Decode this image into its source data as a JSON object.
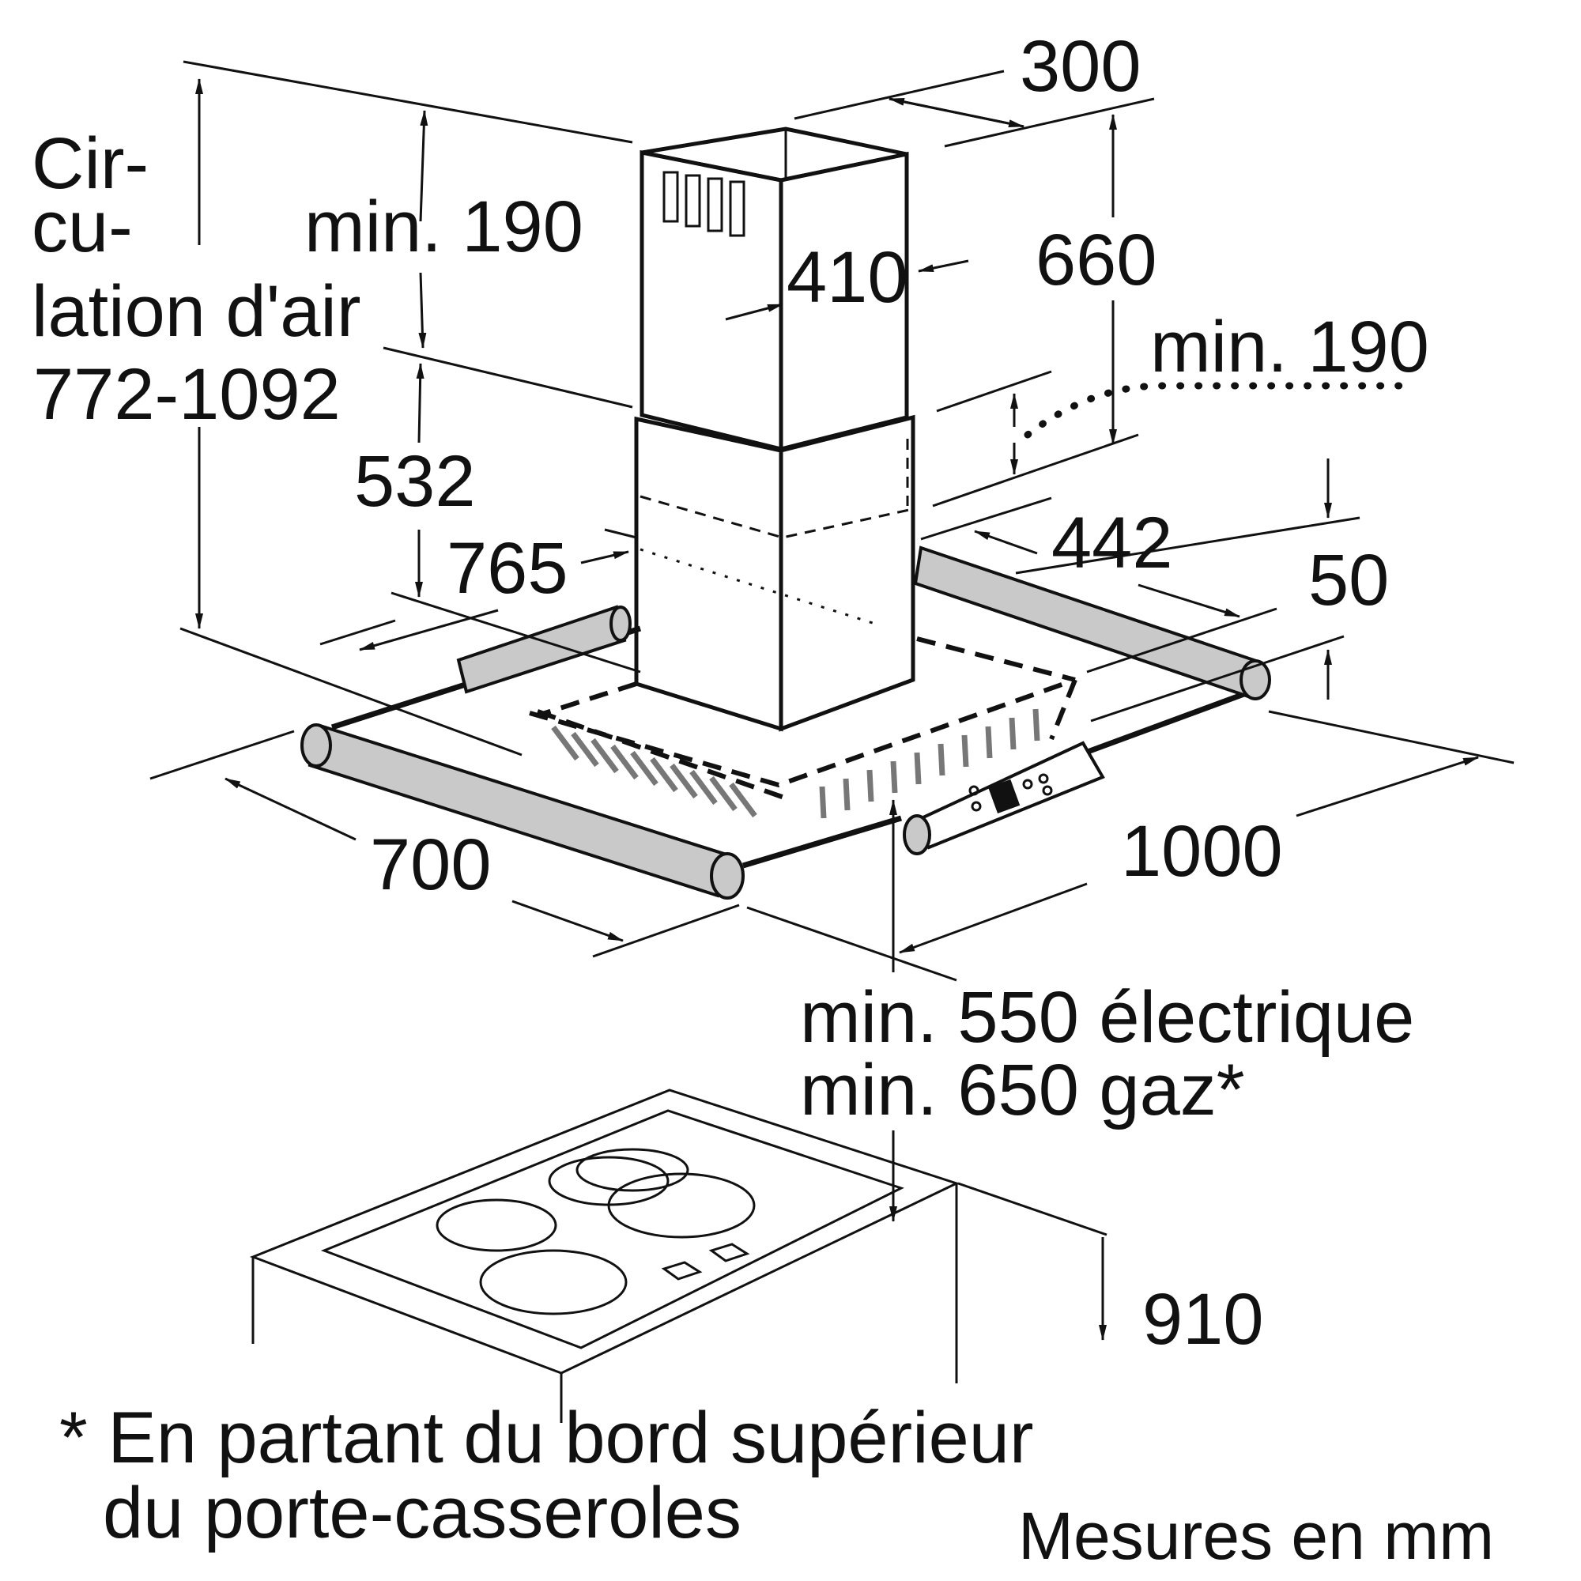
{
  "labels": {
    "circulation_line1": "Cir-",
    "circulation_line2": "cu-",
    "circulation_line3": "lation d'air",
    "circulation_range": "772-1092",
    "min190_top": "min. 190",
    "dim_300": "300",
    "dim_410": "410",
    "dim_660": "660",
    "min190_right": "min. 190",
    "dim_532": "532",
    "dim_765": "765",
    "dim_442": "442",
    "dim_50": "50",
    "dim_700": "700",
    "dim_1000": "1000",
    "min550": "min. 550 électrique",
    "min650": "min. 650 gaz*",
    "dim_910": "910",
    "footnote_line1": "* En partant du bord supérieur",
    "footnote_line2": "du porte-casseroles",
    "units": "Mesures en mm"
  }
}
